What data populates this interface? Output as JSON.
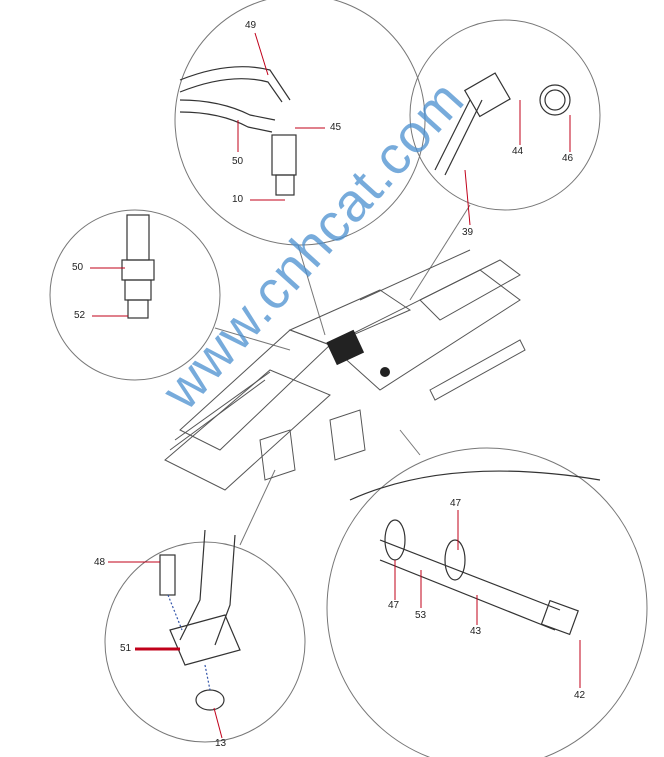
{
  "diagram": {
    "watermark": "www.cnhcat.com",
    "callouts": {
      "top": [
        "49",
        "45",
        "50",
        "10"
      ],
      "top_right": [
        "44",
        "46",
        "39"
      ],
      "left": [
        "50",
        "52"
      ],
      "bottom_right": [
        "47",
        "47",
        "53",
        "43",
        "42"
      ],
      "bottom_left": [
        "48",
        "51",
        "13"
      ]
    },
    "colors": {
      "leader": "#c0001a",
      "line": "#333333",
      "watermark": "#4a8fd0"
    }
  }
}
